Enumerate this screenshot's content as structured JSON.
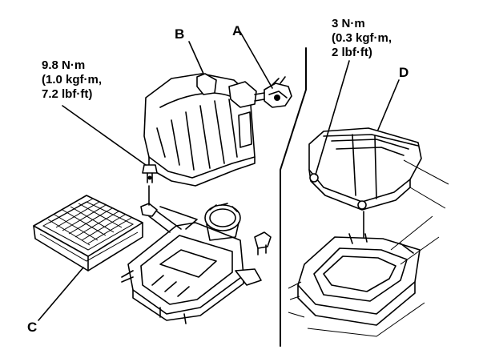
{
  "callouts": {
    "A": "A",
    "B": "B",
    "C": "C",
    "D": "D"
  },
  "torque_left": {
    "line1": "9.8 N·m",
    "line2": "(1.0 kgf·m,",
    "line3": "7.2 lbf·ft)"
  },
  "torque_right": {
    "line1": "3 N·m",
    "line2": "(0.3 kgf·m,",
    "line3": "2 lbf·ft)"
  }
}
